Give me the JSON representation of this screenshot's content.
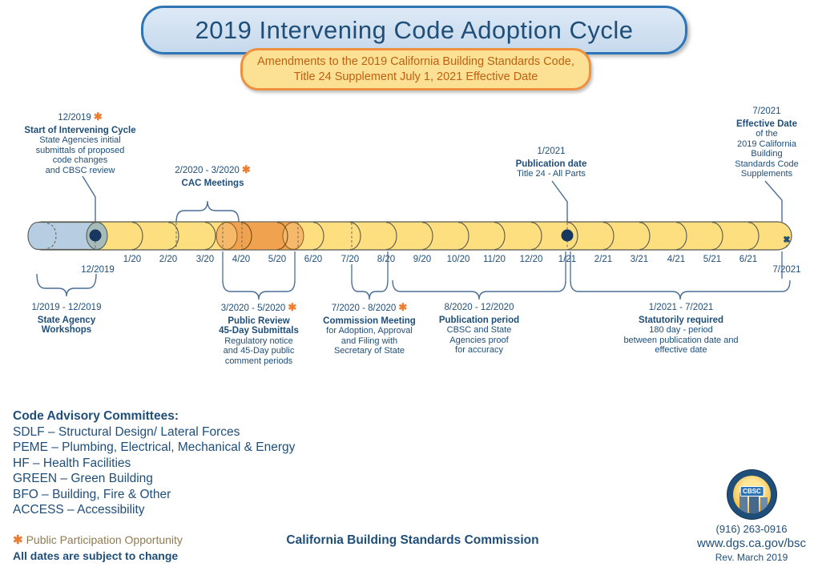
{
  "title": "2019 Intervening Code Adoption Cycle",
  "subtitle": "Amendments to the 2019 California Building Standards Code,\nTitle 24 Supplement July 1, 2021 Effective Date",
  "glyphs": {
    "asterisk": "✱",
    "x_marker": "✖"
  },
  "timeline": {
    "month_labels": [
      "12/2019",
      "1/20",
      "2/20",
      "3/20",
      "4/20",
      "5/20",
      "6/20",
      "7/20",
      "8/20",
      "9/20",
      "10/20",
      "11/20",
      "12/20",
      "1/21",
      "2/21",
      "3/21",
      "4/21",
      "5/21",
      "6/21",
      "7/2021"
    ]
  },
  "annotations_above": {
    "start": {
      "date": "12/2019",
      "title": "Start of Intervening Cycle",
      "body": "State Agencies initial\nsubmittals of proposed\ncode changes\nand CBSC review"
    },
    "cac": {
      "date": "2/2020 - 3/2020",
      "title": "CAC Meetings"
    },
    "publication": {
      "date": "1/2021",
      "title": "Publication date",
      "body": "Title 24 - All Parts"
    },
    "effective": {
      "date": "7/2021",
      "title": "Effective Date",
      "body": "of the\n2019 California\nBuilding\nStandards Code\nSupplements"
    }
  },
  "annotations_below": {
    "workshops": {
      "date": "1/2019 - 12/2019",
      "title": "State Agency\nWorkshops"
    },
    "public_review": {
      "date": "3/2020 - 5/2020",
      "title": "Public Review\n45-Day Submittals",
      "body": "Regulatory notice\nand 45-Day public\ncomment periods"
    },
    "commission": {
      "date": "7/2020 - 8/2020",
      "title": "Commission Meeting",
      "body": "for Adoption, Approval\nand Filing with\nSecretary of State"
    },
    "publication_period": {
      "date": "8/2020 - 12/2020",
      "title": "Publication period",
      "body": "CBSC and State\nAgencies proof\nfor accuracy"
    },
    "statutory": {
      "date": "1/2021 - 7/2021",
      "title": "Statutorily required",
      "body": "180 day - period\nbetween publication date and\neffective date"
    }
  },
  "committees": {
    "heading": "Code Advisory Committees:",
    "items": [
      "SDLF – Structural Design/ Lateral Forces",
      "PEME – Plumbing, Electrical, Mechanical & Energy",
      "HF – Health Facilities",
      "GREEN – Green Building",
      "BFO – Building, Fire & Other",
      "ACCESS – Accessibility"
    ]
  },
  "footer": {
    "participation_note": "Public Participation Opportunity",
    "dates_note": "All dates are subject to change",
    "organization": "California Building Standards Commission",
    "phone": "(916) 263-0916",
    "website": "www.dgs.ca.gov/bsc",
    "revision": "Rev. March 2019",
    "logo_acronym": "CBSC"
  },
  "colors": {
    "navy_text": "#1F4E79",
    "accent_orange": "#ED7D31",
    "tube_yellow": "#FDDF80",
    "tube_blue": "#B7CDE2",
    "tube_orange": "#F0A24E",
    "banner_blue_border": "#2E75B6",
    "banner_gold_border": "#ED9140"
  }
}
